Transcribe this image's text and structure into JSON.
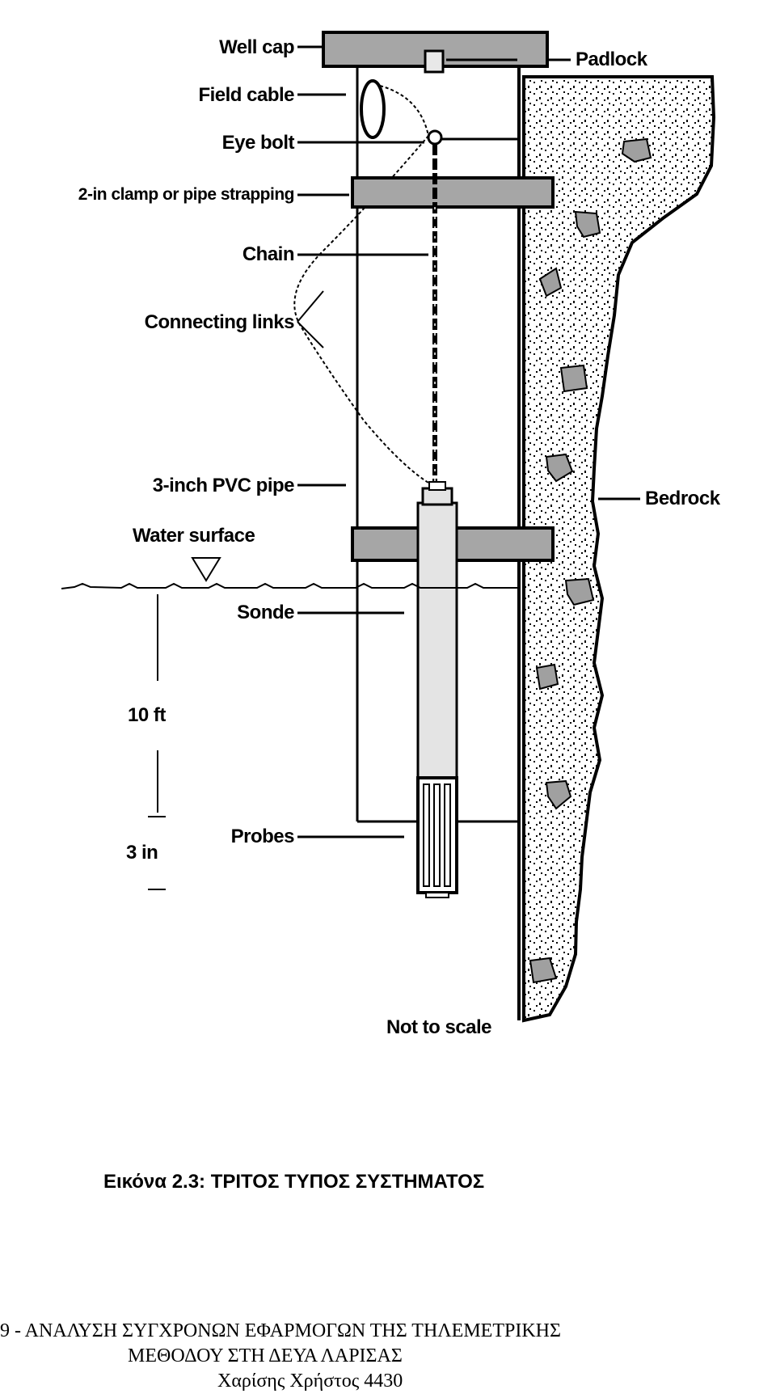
{
  "diagram": {
    "labels": {
      "well_cap": "Well cap",
      "padlock": "Padlock",
      "field_cable": "Field cable",
      "eye_bolt": "Eye bolt",
      "clamp": "2-in clamp or pipe strapping",
      "chain": "Chain",
      "connecting_links": "Connecting links",
      "pvc_pipe": "3-inch PVC pipe",
      "water_surface": "Water surface",
      "sonde": "Sonde",
      "probes": "Probes",
      "dim_upper": "10 ft",
      "dim_lower": "3 in",
      "bedrock": "Bedrock",
      "not_to_scale": "Not to scale"
    },
    "colors": {
      "gray_band": "#a6a6a6",
      "sonde_fill": "#e4e4e4",
      "rock": "#a0a0a0"
    }
  },
  "caption": "Εικόνα 2.3: ΤΡΙΤΟΣ ΤΥΠΟΣ ΣΥΣΤΗΜΑΤΟΣ",
  "footer": {
    "line1": "9 -  ΑΝΑΛΥΣΗ ΣΥΓΧΡΟΝΩΝ ΕΦΑΡΜΟΓΩΝ ΤΗΣ ΤΗΛΕΜΕΤΡΙΚΗΣ",
    "line2": "ΜΕΘΟΔΟΥ ΣΤΗ ΔΕΥΑ ΛΑΡΙΣΑΣ",
    "line3": "Χαρίσης Χρήστος 4430"
  }
}
